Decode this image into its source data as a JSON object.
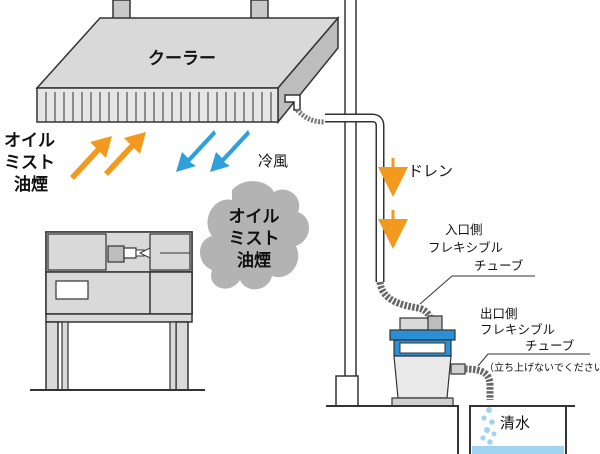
{
  "labels": {
    "cooler": "クーラー",
    "oil_mist_left_1": "オイル",
    "oil_mist_left_2": "ミスト",
    "oil_mist_left_3": "油煙",
    "cold_air": "冷風",
    "oil_mist_cloud_1": "オイル",
    "oil_mist_cloud_2": "ミスト",
    "oil_mist_cloud_3": "油煙",
    "drain": "ドレン",
    "inlet_1": "入口側",
    "inlet_2": "フレキシブル",
    "inlet_3": "チューブ",
    "outlet_1": "出口側",
    "outlet_2": "フレキシブル",
    "outlet_3": "チューブ",
    "outlet_note": "（立ち上げないでください）",
    "clean_water": "清水"
  },
  "colors": {
    "orange_arrow": "#f39a1e",
    "blue_arrow": "#2fa0dc",
    "gray_body": "#d9d9d9",
    "dark_outline": "#333333",
    "cloud": "#b3b3b3",
    "pump_blue": "#2a8fd6",
    "water": "#9fd3f0"
  }
}
